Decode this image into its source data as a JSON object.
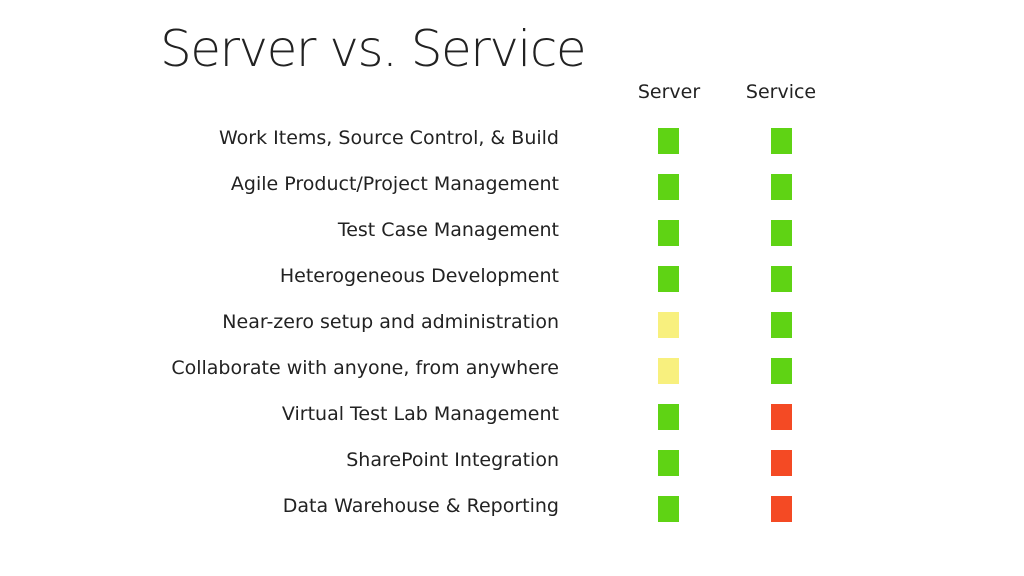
{
  "title": "Server vs. Service",
  "columns": [
    "Server",
    "Service"
  ],
  "colors": {
    "supported": "#5fd314",
    "partial": "#f8f07e",
    "unsupported": "#f44a24"
  },
  "rows": [
    {
      "label": "Work Items, Source Control, & Build",
      "server": "supported",
      "service": "supported"
    },
    {
      "label": "Agile Product/Project Management",
      "server": "supported",
      "service": "supported"
    },
    {
      "label": "Test Case Management",
      "server": "supported",
      "service": "supported"
    },
    {
      "label": "Heterogeneous Development",
      "server": "supported",
      "service": "supported"
    },
    {
      "label": "Near-zero setup and administration",
      "server": "partial",
      "service": "supported"
    },
    {
      "label": "Collaborate with anyone, from anywhere",
      "server": "partial",
      "service": "supported"
    },
    {
      "label": "Virtual Test Lab Management",
      "server": "supported",
      "service": "unsupported"
    },
    {
      "label": "SharePoint Integration",
      "server": "supported",
      "service": "unsupported"
    },
    {
      "label": "Data Warehouse & Reporting",
      "server": "supported",
      "service": "unsupported"
    }
  ]
}
